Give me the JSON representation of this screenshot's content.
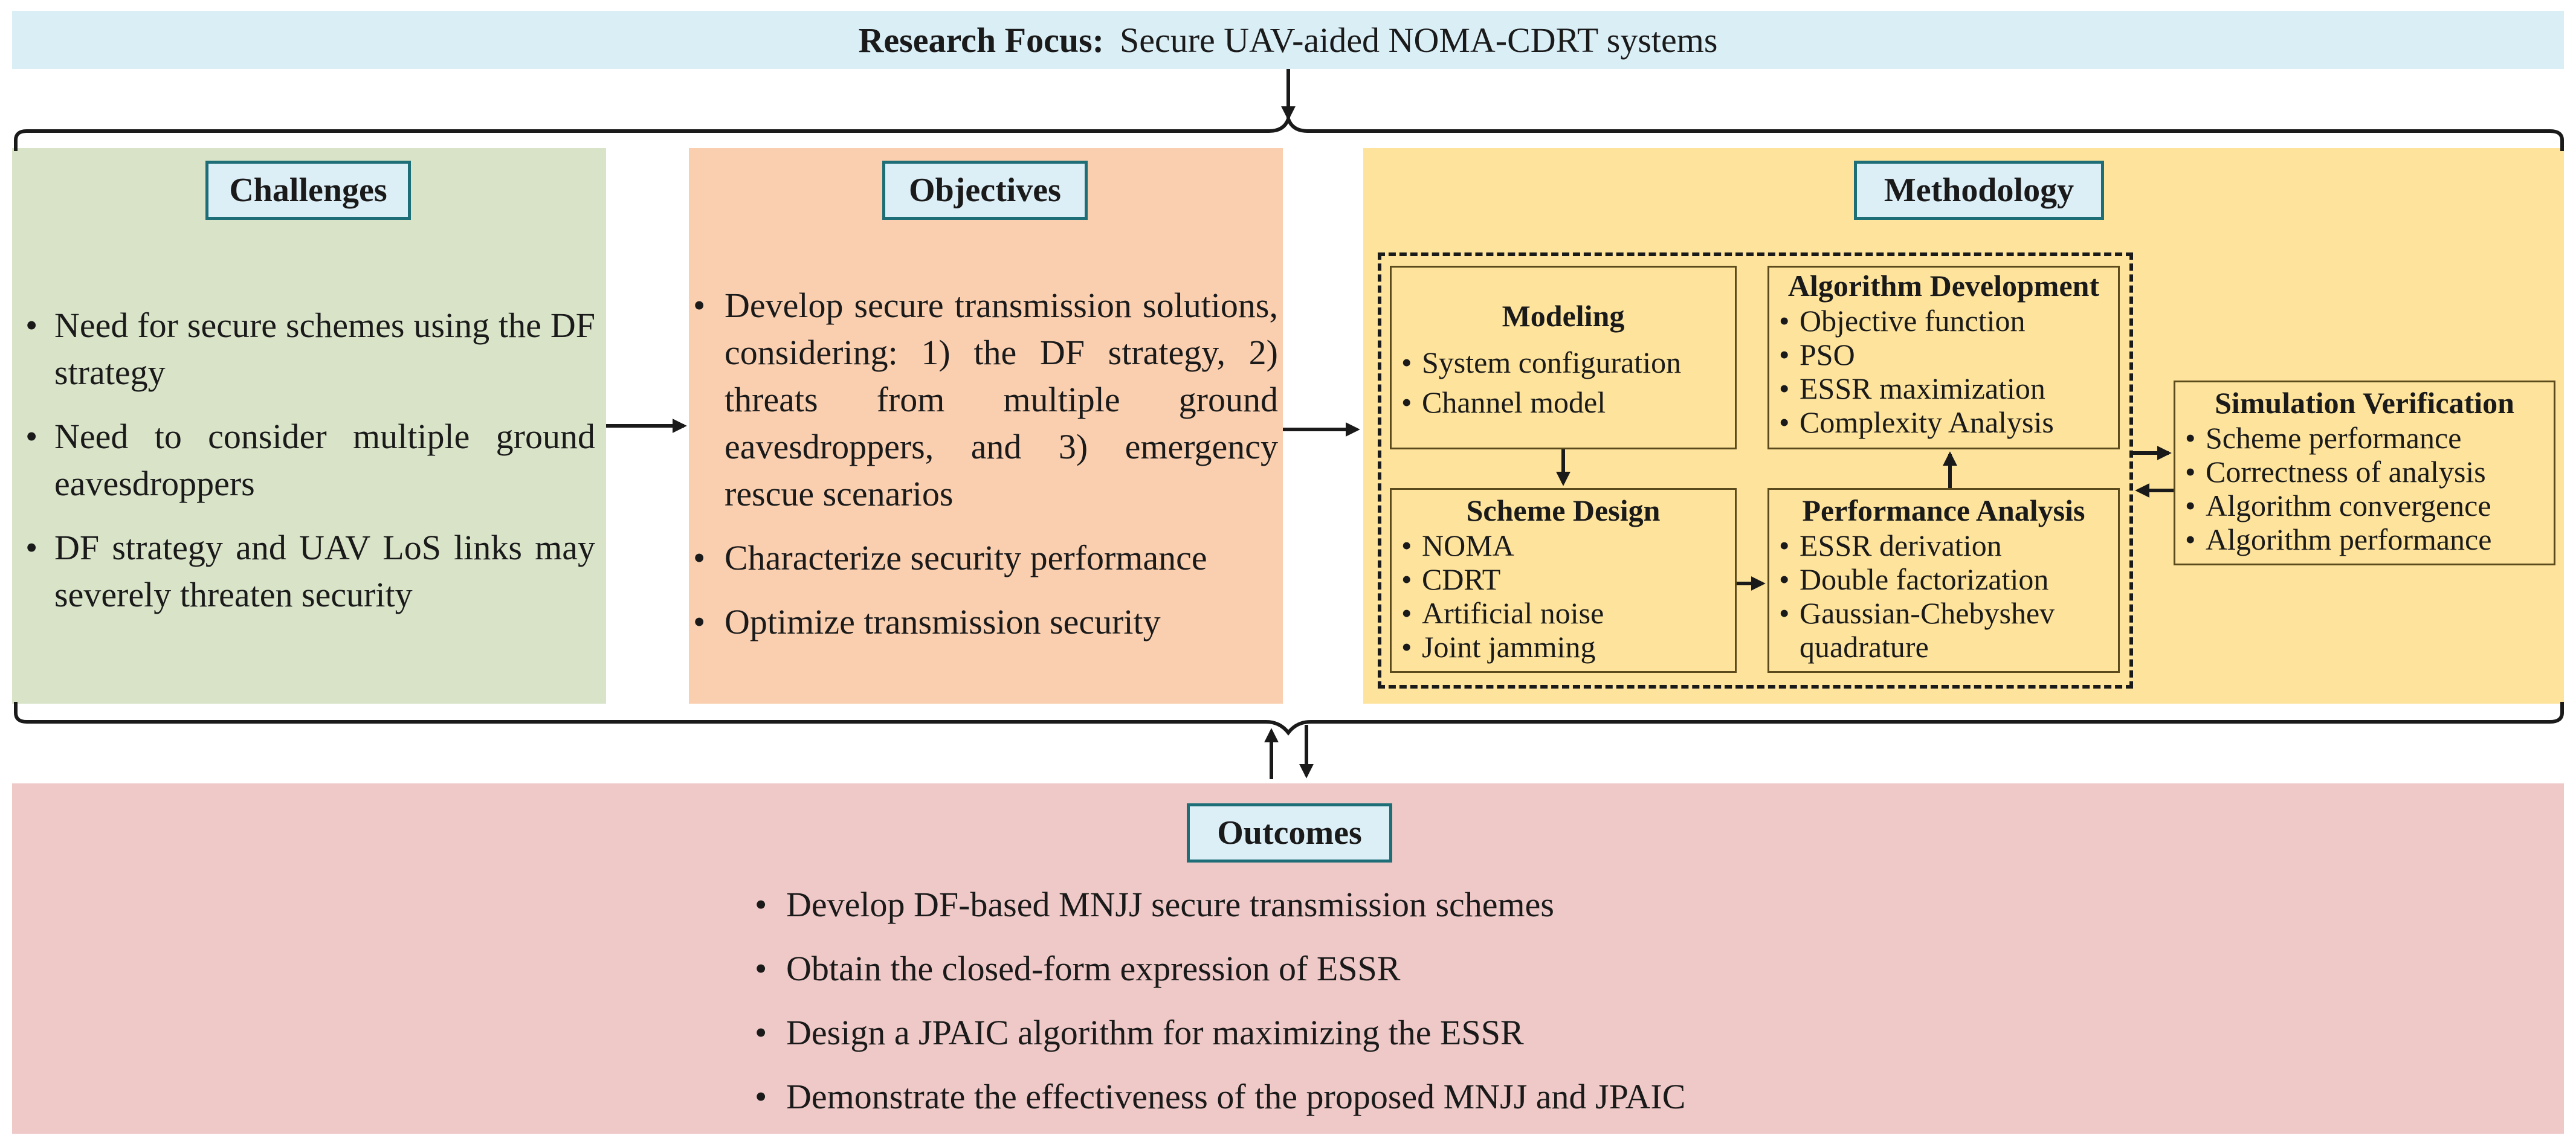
{
  "research_focus": {
    "label": "Research Focus:",
    "text": "Secure UAV-aided NOMA-CDRT systems"
  },
  "challenges": {
    "title": "Challenges",
    "items": [
      "Need for secure schemes using the DF strategy",
      "Need to consider multiple ground eavesdroppers",
      "DF strategy and UAV LoS links may severely threaten security"
    ]
  },
  "objectives": {
    "title": "Objectives",
    "items": [
      "Develop secure transmission solutions, considering: 1) the DF strategy, 2) threats from multiple ground eavesdroppers, and 3) emergency rescue scenarios",
      "Characterize security performance",
      "Optimize transmission security"
    ]
  },
  "methodology": {
    "title": "Methodology",
    "modeling": {
      "title": "Modeling",
      "items": [
        "System configuration",
        "Channel model"
      ]
    },
    "algorithm_development": {
      "title": "Algorithm Development",
      "items": [
        "Objective function",
        "PSO",
        "ESSR maximization",
        "Complexity Analysis"
      ]
    },
    "scheme_design": {
      "title": "Scheme Design",
      "items": [
        "NOMA",
        "CDRT",
        "Artificial noise",
        "Joint jamming"
      ]
    },
    "performance_analysis": {
      "title": "Performance Analysis",
      "items": [
        "ESSR derivation",
        "Double factorization",
        "Gaussian-Chebyshev quadrature"
      ]
    },
    "simulation_verification": {
      "title": "Simulation Verification",
      "items": [
        "Scheme performance",
        "Correctness of analysis",
        "Algorithm convergence",
        "Algorithm performance"
      ]
    }
  },
  "outcomes": {
    "title": "Outcomes",
    "items": [
      "Develop DF-based MNJJ secure transmission schemes",
      "Obtain the closed-form expression of ESSR",
      "Design a JPAIC algorithm for maximizing the ESSR",
      "Demonstrate the effectiveness of the proposed MNJJ and JPAIC"
    ]
  },
  "colors": {
    "banner": "#daeef6",
    "challenges_bg": "#d8e3c8",
    "objectives_bg": "#f9cfb0",
    "methodology_bg": "#fde39c",
    "outcomes_bg": "#eec9c7",
    "title_border": "#1d6e77"
  }
}
